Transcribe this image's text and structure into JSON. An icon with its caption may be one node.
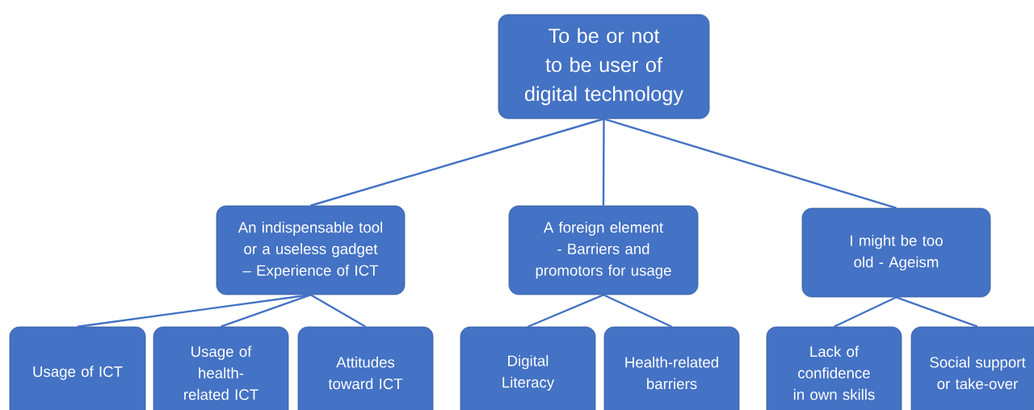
{
  "diagram": {
    "nodes": [
      {
        "text": [
          "To be or not to be user of digital technology"
        ]
      },
      {
        "text": [
          "An indispensable tool or a useless gadget – Experience of ICT"
        ]
      },
      {
        "text": [
          "A foreign element - Barriers and promotors for usage"
        ]
      },
      {
        "text": [
          "I might be too old - Ageism"
        ]
      },
      {
        "text": [
          "Usage of ICT"
        ]
      },
      {
        "text": [
          "Usage of health-related ICT"
        ]
      },
      {
        "text": [
          "Attitudes toward ICT"
        ]
      },
      {
        "text": [
          "Digital Literacy"
        ]
      },
      {
        "text": [
          "Health-related barriers"
        ]
      },
      {
        "text": [
          "Lack of confidence in own skills"
        ]
      },
      {
        "text": [
          "Social support or take-over"
        ]
      }
    ],
    "edges": [
      {
        "from": 0,
        "to": 1,
        "arrow": "none"
      },
      {
        "from": 0,
        "to": 2,
        "arrow": "none"
      },
      {
        "from": 0,
        "to": 3,
        "arrow": "none"
      },
      {
        "from": 1,
        "to": 4,
        "arrow": "none"
      },
      {
        "from": 1,
        "to": 5,
        "arrow": "none"
      },
      {
        "from": 1,
        "to": 6,
        "arrow": "none"
      },
      {
        "from": 2,
        "to": 7,
        "arrow": "none"
      },
      {
        "from": 2,
        "to": 8,
        "arrow": "none"
      },
      {
        "from": 3,
        "to": 9,
        "arrow": "none"
      },
      {
        "from": 3,
        "to": 10,
        "arrow": "none"
      }
    ]
  }
}
